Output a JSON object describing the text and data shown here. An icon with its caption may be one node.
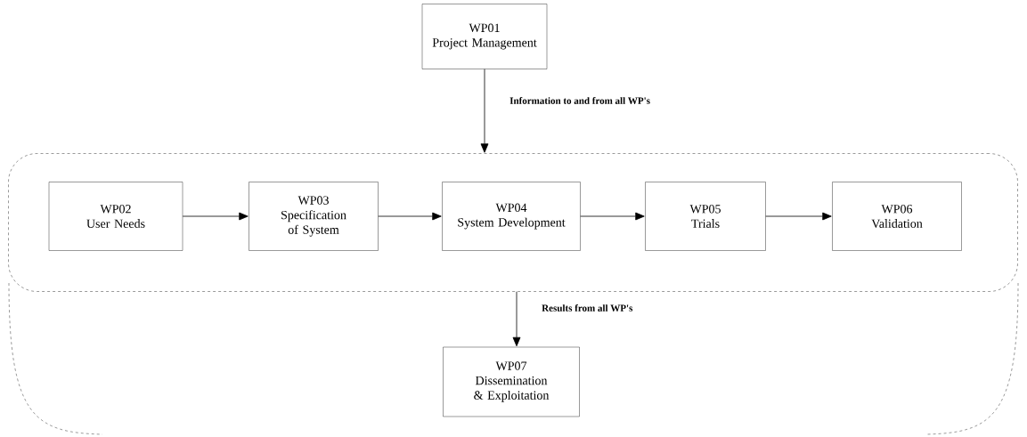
{
  "diagram": {
    "nodes": [
      {
        "text": [
          "WP01",
          "Project Management"
        ]
      },
      {
        "text": [],
        "shape": "box"
      },
      {
        "text": [
          "WP02",
          "User Needs"
        ],
        "in": 1
      },
      {
        "text": [
          "WP03",
          "Specification of System"
        ],
        "in": 1
      },
      {
        "text": [
          "WP04",
          "System Development"
        ],
        "in": 1
      },
      {
        "text": [
          "WP05",
          "Trials"
        ],
        "in": 1
      },
      {
        "text": [
          "WP06",
          "Validation"
        ],
        "in": 1
      },
      {
        "text": [
          "WP07",
          "Dissemination & Exploitation"
        ]
      }
    ],
    "edges": [
      {
        "from": 0,
        "to": 1,
        "arrow": "to",
        "label": "Information to and from all WP's"
      },
      {
        "from": 2,
        "to": 3,
        "arrow": "to"
      },
      {
        "from": 3,
        "to": 4,
        "arrow": "to"
      },
      {
        "from": 4,
        "to": 5,
        "arrow": "to"
      },
      {
        "from": 5,
        "to": 6,
        "arrow": "to"
      },
      {
        "from": 1,
        "to": 7,
        "arrow": "to",
        "label": "Results from all WP's"
      }
    ]
  }
}
